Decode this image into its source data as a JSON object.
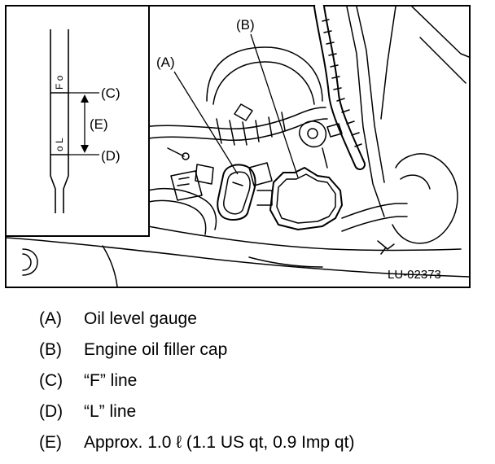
{
  "figure": {
    "code": "LU-02373",
    "callouts": {
      "a": "(A)",
      "b": "(B)",
      "c": "(C)",
      "d": "(D)",
      "e": "(E)"
    },
    "dipstick": {
      "f_mark": "F",
      "l_mark": "L"
    }
  },
  "legend": [
    {
      "key": "(A)",
      "text": "Oil level gauge"
    },
    {
      "key": "(B)",
      "text": "Engine oil filler cap"
    },
    {
      "key": "(C)",
      "text": "“F” line"
    },
    {
      "key": "(D)",
      "text": "“L” line"
    },
    {
      "key": "(E)",
      "text": "Approx. 1.0  ℓ  (1.1 US qt, 0.9 Imp qt)"
    }
  ]
}
